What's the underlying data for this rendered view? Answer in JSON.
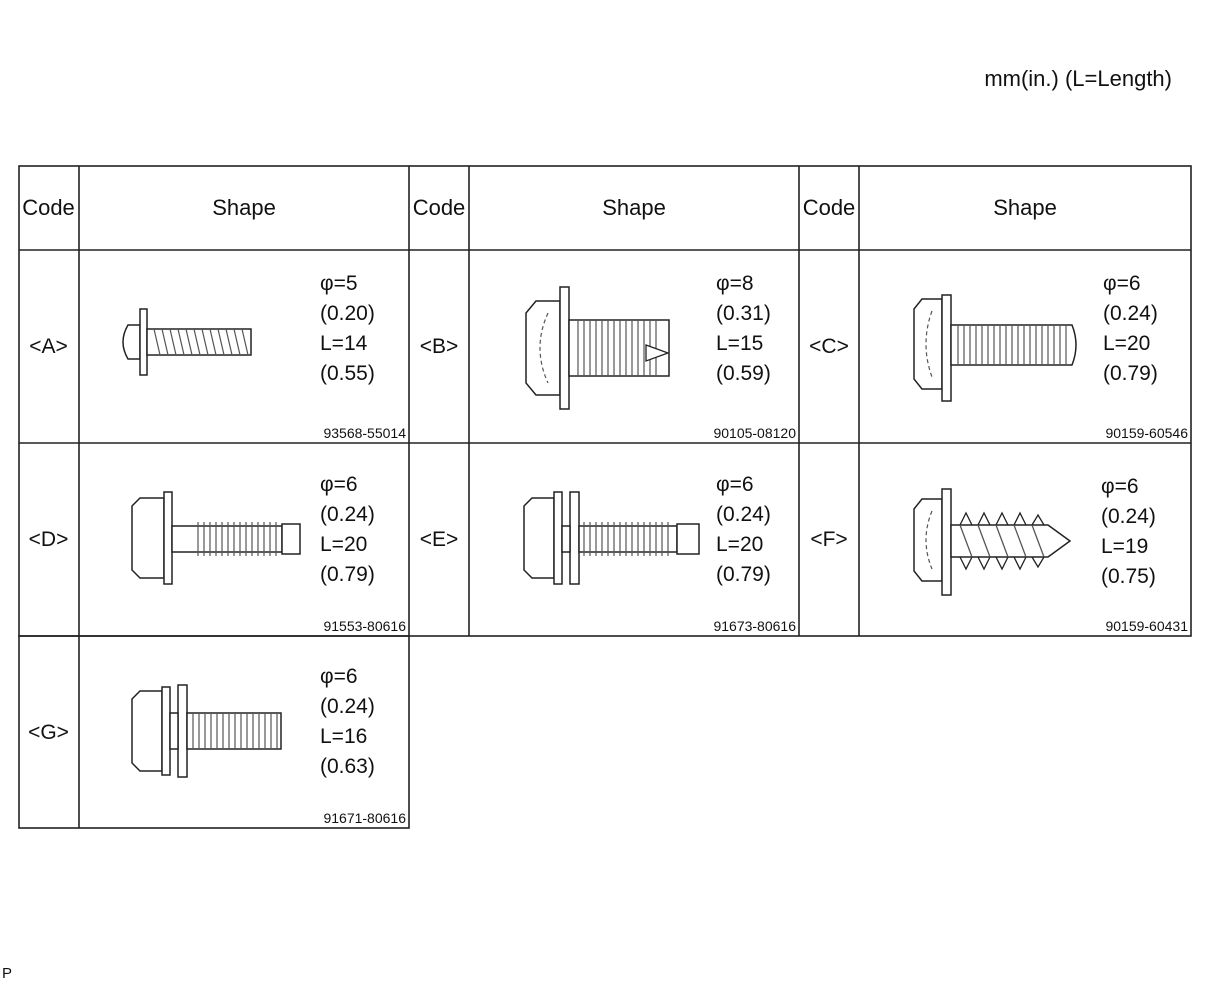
{
  "units_note": "mm(in.) (L=Length)",
  "headers": {
    "code": "Code",
    "shape": "Shape"
  },
  "fasteners": [
    {
      "code": "<A>",
      "diameter": "φ=5",
      "diameter_in": "(0.20)",
      "length": "L=14",
      "length_in": "(0.55)",
      "part_number": "93568-55014",
      "icon": "pan-head-screw-icon"
    },
    {
      "code": "<B>",
      "diameter": "φ=8",
      "diameter_in": "(0.31)",
      "length": "L=15",
      "length_in": "(0.59)",
      "part_number": "90105-08120",
      "icon": "flange-bolt-large-icon"
    },
    {
      "code": "<C>",
      "diameter": "φ=6",
      "diameter_in": "(0.24)",
      "length": "L=20",
      "length_in": "(0.79)",
      "part_number": "90159-60546",
      "icon": "tapping-screw-washer-icon"
    },
    {
      "code": "<D>",
      "diameter": "φ=6",
      "diameter_in": "(0.24)",
      "length": "L=20",
      "length_in": "(0.79)",
      "part_number": "91553-80616",
      "icon": "flange-bolt-pilot-icon"
    },
    {
      "code": "<E>",
      "diameter": "φ=6",
      "diameter_in": "(0.24)",
      "length": "L=20",
      "length_in": "(0.79)",
      "part_number": "91673-80616",
      "icon": "washer-bolt-pilot-icon"
    },
    {
      "code": "<F>",
      "diameter": "φ=6",
      "diameter_in": "(0.24)",
      "length": "L=19",
      "length_in": "(0.75)",
      "part_number": "90159-60431",
      "icon": "pointed-tapping-screw-icon"
    },
    {
      "code": "<G>",
      "diameter": "φ=6",
      "diameter_in": "(0.24)",
      "length": "L=16",
      "length_in": "(0.63)",
      "part_number": "91671-80616",
      "icon": "washer-bolt-icon"
    }
  ],
  "corner_mark": "P",
  "colors": {
    "line": "#222222",
    "thread": "#555555",
    "fill": "#ffffff"
  }
}
